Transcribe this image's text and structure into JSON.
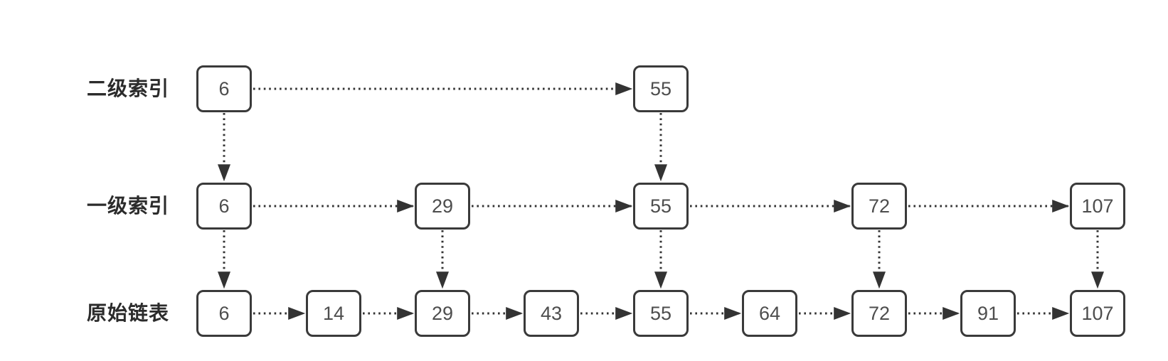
{
  "diagram": {
    "type": "skip-list",
    "colors": {
      "background": "#ffffff",
      "node_border": "#3a3a3a",
      "node_fill": "#ffffff",
      "node_text": "#4d4d4d",
      "label_text": "#2b2b2b",
      "arrow": "#333333"
    },
    "rows": [
      {
        "id": "second-level-index",
        "label": "二级索引",
        "nodes": [
          {
            "value": "6",
            "col": 0
          },
          {
            "value": "55",
            "col": 4
          }
        ]
      },
      {
        "id": "first-level-index",
        "label": "一级索引",
        "nodes": [
          {
            "value": "6",
            "col": 0
          },
          {
            "value": "29",
            "col": 2
          },
          {
            "value": "55",
            "col": 4
          },
          {
            "value": "72",
            "col": 6
          },
          {
            "value": "107",
            "col": 8
          }
        ]
      },
      {
        "id": "original-linked-list",
        "label": "原始链表",
        "nodes": [
          {
            "value": "6",
            "col": 0
          },
          {
            "value": "14",
            "col": 1
          },
          {
            "value": "29",
            "col": 2
          },
          {
            "value": "43",
            "col": 3
          },
          {
            "value": "55",
            "col": 4
          },
          {
            "value": "64",
            "col": 5
          },
          {
            "value": "72",
            "col": 6
          },
          {
            "value": "91",
            "col": 7
          },
          {
            "value": "107",
            "col": 8
          }
        ]
      }
    ]
  }
}
